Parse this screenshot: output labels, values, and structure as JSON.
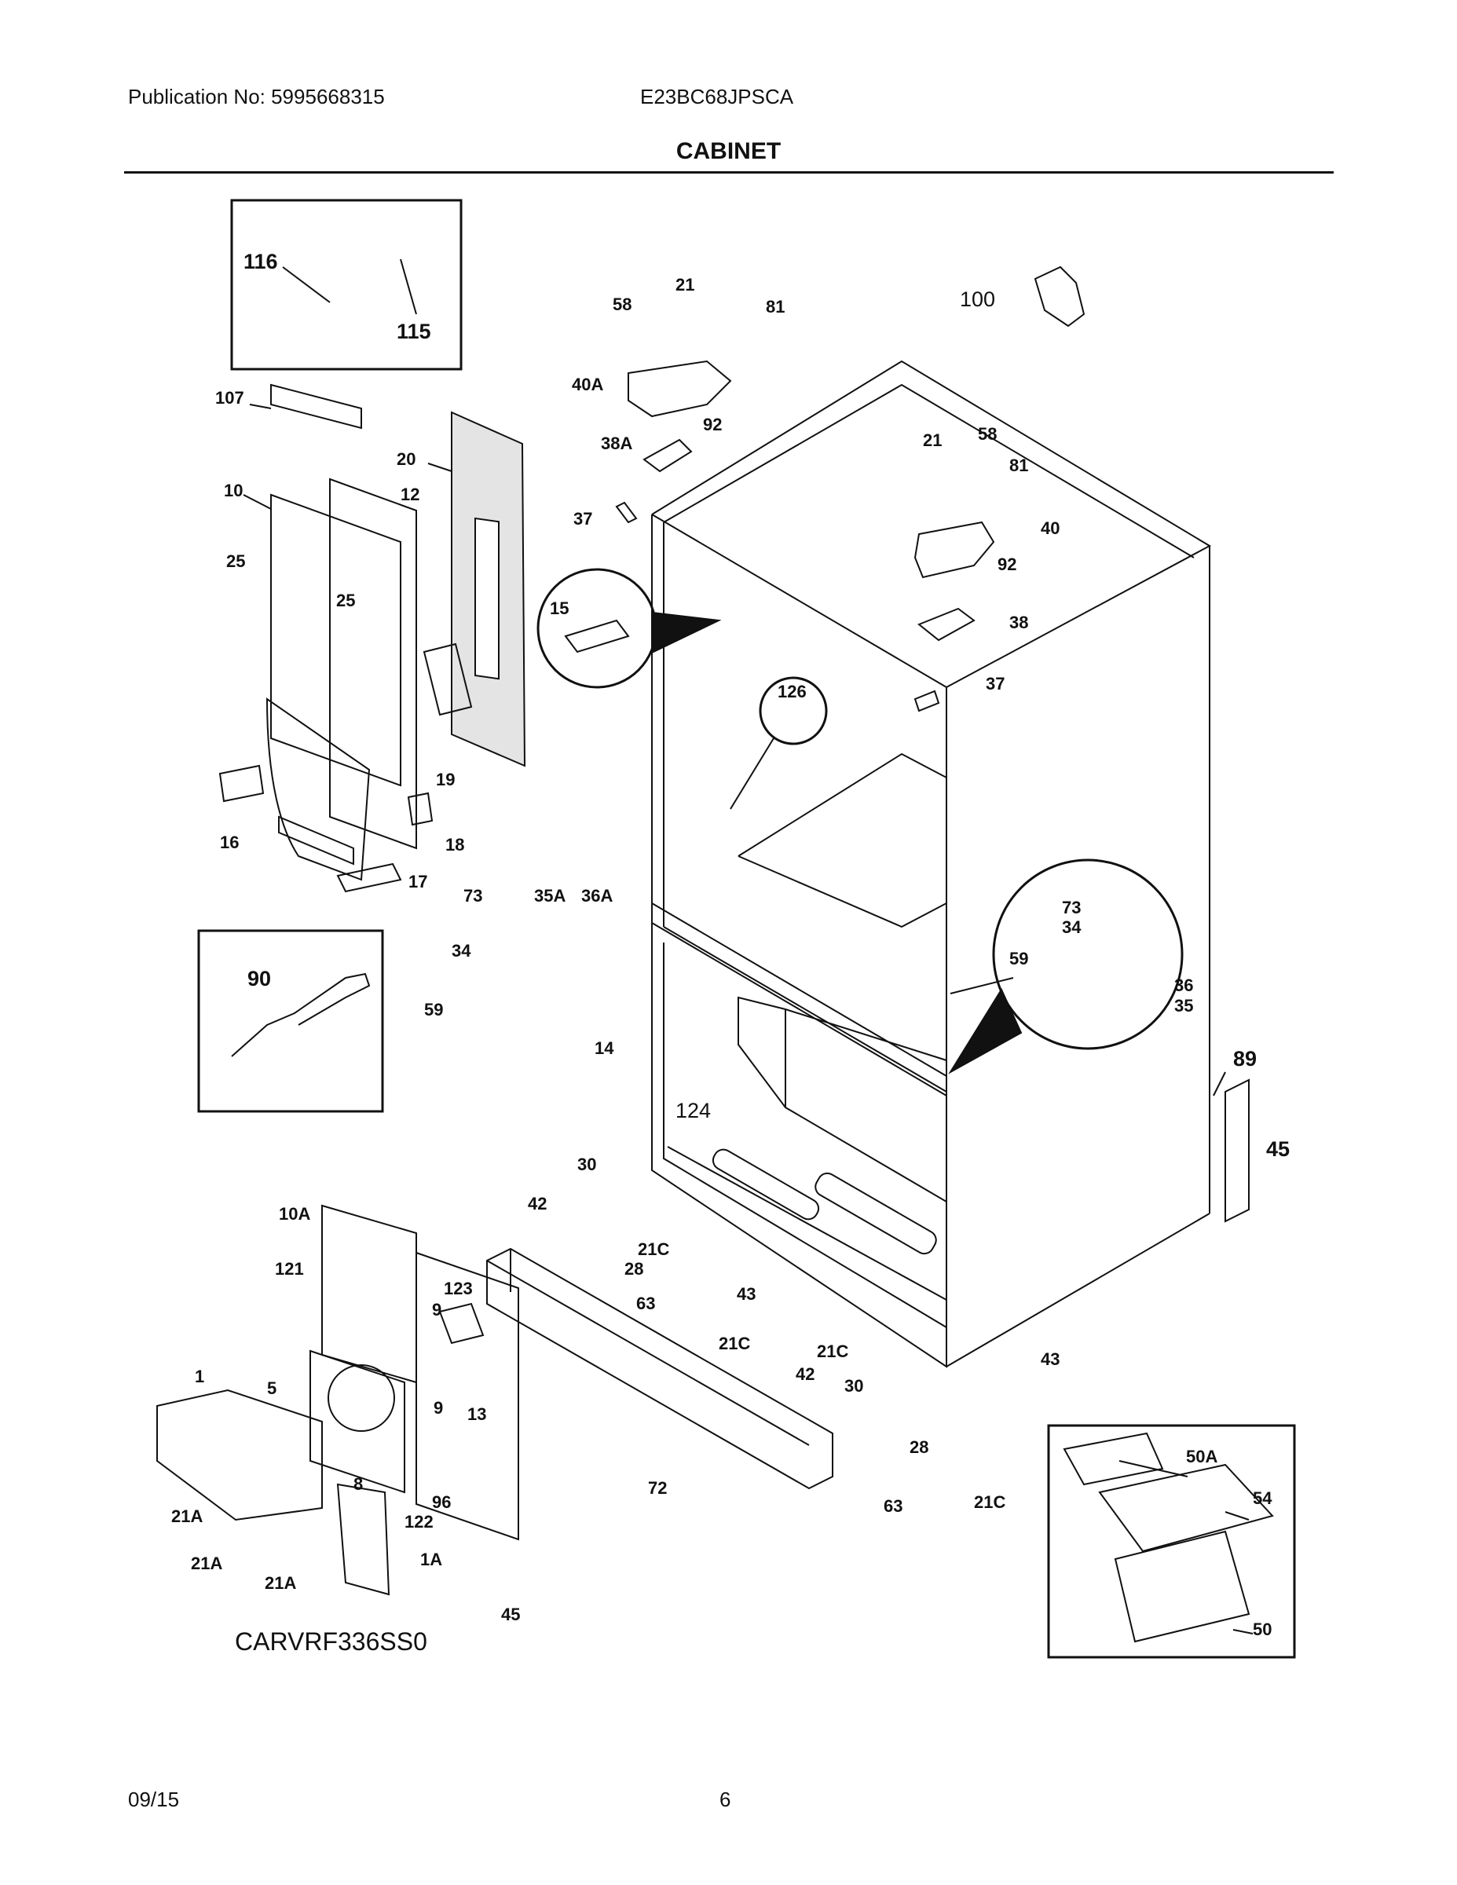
{
  "header": {
    "publication": "Publication No: 5995668315",
    "model": "E23BC68JPSCA",
    "title": "CABINET"
  },
  "diagram": {
    "drawing_code": "CARVRF336SS0",
    "callouts": {
      "c116": "116",
      "c115": "115",
      "c107": "107",
      "c20": "20",
      "c10": "10",
      "c12": "12",
      "c25a": "25",
      "c25b": "25",
      "c19": "19",
      "c16": "16",
      "c18": "18",
      "c17": "17",
      "c58a": "58",
      "c21a": "21",
      "c81a": "81",
      "c100": "100",
      "c40A": "40A",
      "c92a": "92",
      "c38A": "38A",
      "c37a": "37",
      "c15": "15",
      "c21b": "21",
      "c58b": "58",
      "c81b": "81",
      "c40": "40",
      "c92b": "92",
      "c38": "38",
      "c126": "126",
      "c37b": "37",
      "c73a": "73",
      "c35A": "35A",
      "c36A": "36A",
      "c34a": "34",
      "c59a": "59",
      "c90": "90",
      "c14": "14",
      "c124": "124",
      "c73b": "73",
      "c34b": "34",
      "c59b": "59",
      "c36": "36",
      "c35": "35",
      "c89": "89",
      "c45a": "45",
      "c30a": "30",
      "c42a": "42",
      "c21Ca": "21C",
      "c28a": "28",
      "c63a": "63",
      "c43a": "43",
      "c21Cb": "21C",
      "c10A": "10A",
      "c121": "121",
      "c123": "123",
      "c9a": "9",
      "c9b": "9",
      "c13": "13",
      "c1": "1",
      "c5": "5",
      "c8": "8",
      "c21Aa": "21A",
      "c21Ab": "21A",
      "c21Ac": "21A",
      "c1A": "1A",
      "c96": "96",
      "c122": "122",
      "c45b": "45",
      "c72": "72",
      "c21Cc": "21C",
      "c42b": "42",
      "c30b": "30",
      "c43b": "43",
      "c28b": "28",
      "c63b": "63",
      "c21Cd": "21C",
      "c50A": "50A",
      "c54": "54",
      "c50": "50"
    }
  },
  "footer": {
    "date": "09/15",
    "page": "6"
  }
}
